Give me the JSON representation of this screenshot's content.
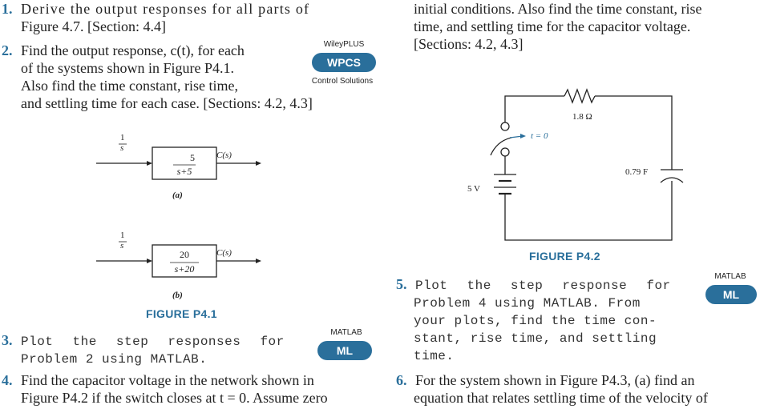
{
  "problems": {
    "p1": {
      "num": "1.",
      "line1": "Derive the output responses for all parts of",
      "line2": "Figure 4.7. [Section: 4.4]"
    },
    "p2": {
      "num": "2.",
      "line1": "Find the output response, c(t), for each",
      "line2": "of the systems shown in Figure P4.1.",
      "line3": "Also find the time constant, rise time,",
      "line4": "and settling time for each case. [Sections: 4.2, 4.3]"
    },
    "p3": {
      "num": "3.",
      "line1": "Plot the step responses for",
      "line2": "Problem 2 using MATLAB."
    },
    "p4": {
      "num": "4.",
      "line1": "Find the capacitor voltage in the network shown in",
      "line2": "Figure P4.2 if the switch closes at t = 0. Assume zero"
    },
    "p4cont": {
      "line1": "initial conditions. Also find the time constant, rise",
      "line2": "time, and settling time for the capacitor voltage.",
      "line3": "[Sections: 4.2, 4.3]"
    },
    "p5": {
      "num": "5.",
      "line1": "Plot the step response for",
      "line2": "Problem 4 using MATLAB. From",
      "line3": "your plots, find the time con-",
      "line4": "stant, rise time, and settling",
      "line5": "time."
    },
    "p6": {
      "num": "6.",
      "line1": "For the system shown in Figure P4.3, (a) find an",
      "line2": "equation that relates settling time of the velocity of"
    }
  },
  "badges": {
    "wpcs": {
      "top": "WileyPLUS",
      "label": "WPCS",
      "sub": "Control Solutions"
    },
    "ml1": {
      "top": "MATLAB",
      "label": "ML"
    },
    "ml2": {
      "top": "MATLAB",
      "label": "ML"
    }
  },
  "fig41": {
    "caption": "FIGURE P4.1",
    "a": {
      "input_num": "1",
      "input_den": "s",
      "tf_num": "5",
      "tf_den": "s+5",
      "output": "C(s)",
      "sublabel": "(a)"
    },
    "b": {
      "input_num": "1",
      "input_den": "s",
      "tf_num": "20",
      "tf_den": "s+20",
      "output": "C(s)",
      "sublabel": "(b)"
    }
  },
  "fig42": {
    "caption": "FIGURE P4.2",
    "resistor": "1.8 Ω",
    "switch": "t = 0",
    "source": "5 V",
    "capacitor": "0.79 F"
  },
  "colors": {
    "accent": "#2a6f9b"
  }
}
